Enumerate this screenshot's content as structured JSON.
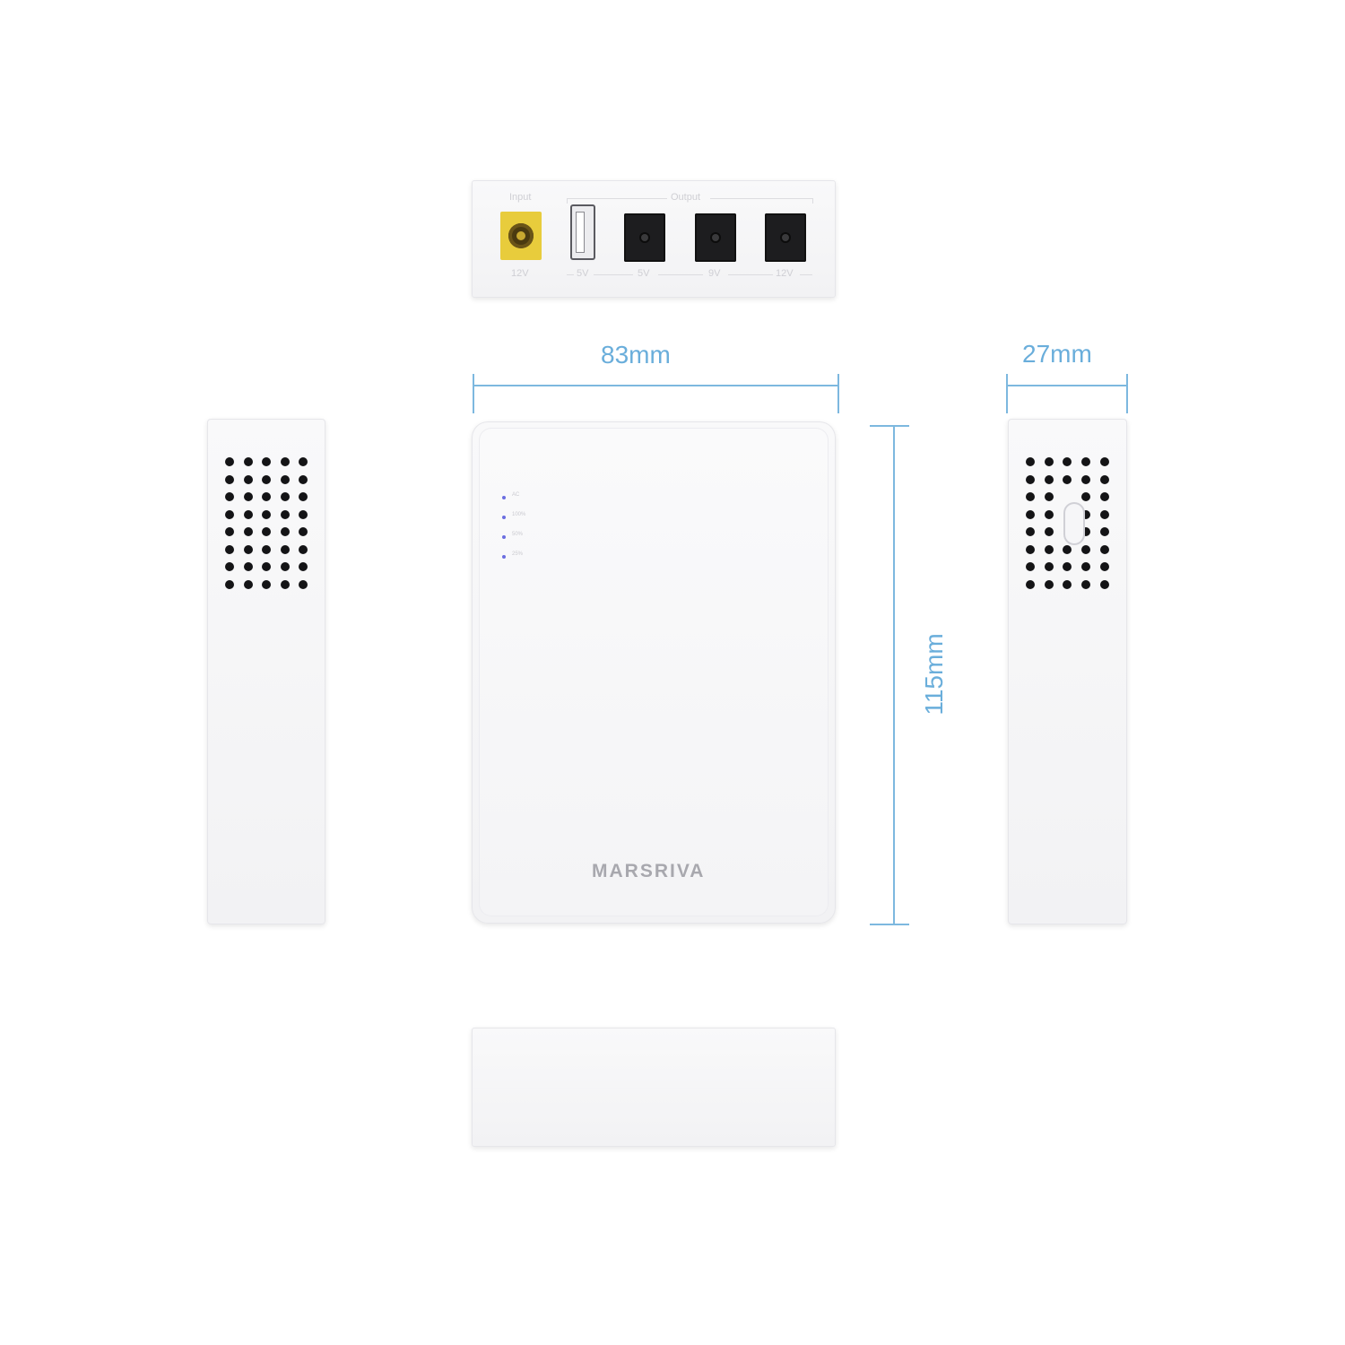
{
  "brand": "MARSRIVA",
  "dimensions": {
    "width": "83mm",
    "height": "115mm",
    "depth": "27mm"
  },
  "top_panel": {
    "input_label": "Input",
    "output_label": "Output",
    "ports": [
      {
        "type": "dc-input",
        "voltage": "12V"
      },
      {
        "type": "usb",
        "voltage": "5V"
      },
      {
        "type": "dc-output",
        "voltage": "5V"
      },
      {
        "type": "dc-output",
        "voltage": "9V"
      },
      {
        "type": "dc-output",
        "voltage": "12V"
      }
    ]
  },
  "indicators": [
    {
      "label": "AC"
    },
    {
      "label": "100%"
    },
    {
      "label": "50%"
    },
    {
      "label": "25%"
    }
  ],
  "colors": {
    "dimension_lines": "#7db8df",
    "input_port": "#e8cc3c",
    "led": "#6b6ee0",
    "body": "#f5f5f7"
  }
}
